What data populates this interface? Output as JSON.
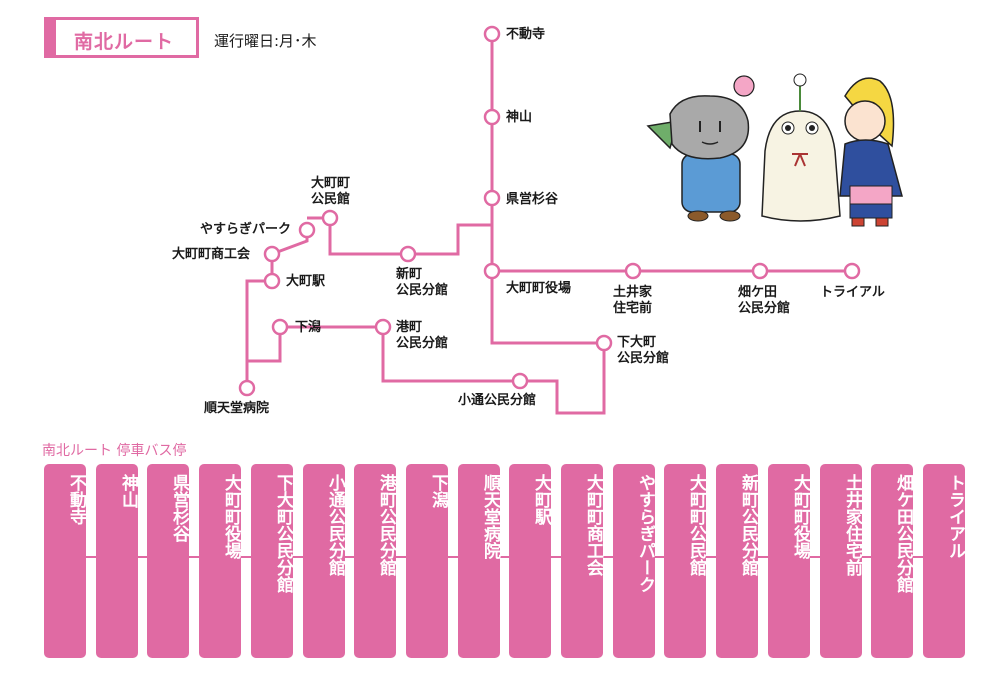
{
  "header": {
    "route_name": "南北ルート",
    "days": "運行曜日:月･木"
  },
  "map": {
    "line_color": "#e06aa3",
    "stations": [
      {
        "id": "fudoji",
        "label": "不動寺"
      },
      {
        "id": "kamiyama",
        "label": "神山"
      },
      {
        "id": "kensugitani",
        "label": "県営杉谷"
      },
      {
        "id": "omachi_yakuba",
        "label": "大町町役場"
      },
      {
        "id": "tsuchiiie",
        "label": "土井家\n住宅前"
      },
      {
        "id": "hatakeda",
        "label": "畑ケ田\n公民分館"
      },
      {
        "id": "trial",
        "label": "トライアル"
      },
      {
        "id": "shimoomachi",
        "label": "下大町\n公民分館"
      },
      {
        "id": "kodori",
        "label": "小通公民分館"
      },
      {
        "id": "minatomachi",
        "label": "港町\n公民分館"
      },
      {
        "id": "shinmachi",
        "label": "新町\n公民分館"
      },
      {
        "id": "omachi_kominkan",
        "label": "大町町\n公民館"
      },
      {
        "id": "yasuragi",
        "label": "やすらぎパーク"
      },
      {
        "id": "shokokai",
        "label": "大町町商工会"
      },
      {
        "id": "omachi_eki",
        "label": "大町駅"
      },
      {
        "id": "shimogata",
        "label": "下潟"
      },
      {
        "id": "juntendo",
        "label": "順天堂病院"
      }
    ]
  },
  "stops": {
    "title": "南北ルート 停車バス停",
    "list": [
      "不動寺",
      "神山",
      "県営杉谷",
      "大町町役場",
      "下大町公民分館",
      "小通公民分館",
      "港町公民分館",
      "下潟",
      "順天堂病院",
      "大町駅",
      "大町町商工会",
      "やすらぎパーク",
      "大町町公民館",
      "新町公民分館",
      "大町町役場",
      "土井家住宅前",
      "畑ケ田公民分館",
      "トライアル"
    ]
  }
}
